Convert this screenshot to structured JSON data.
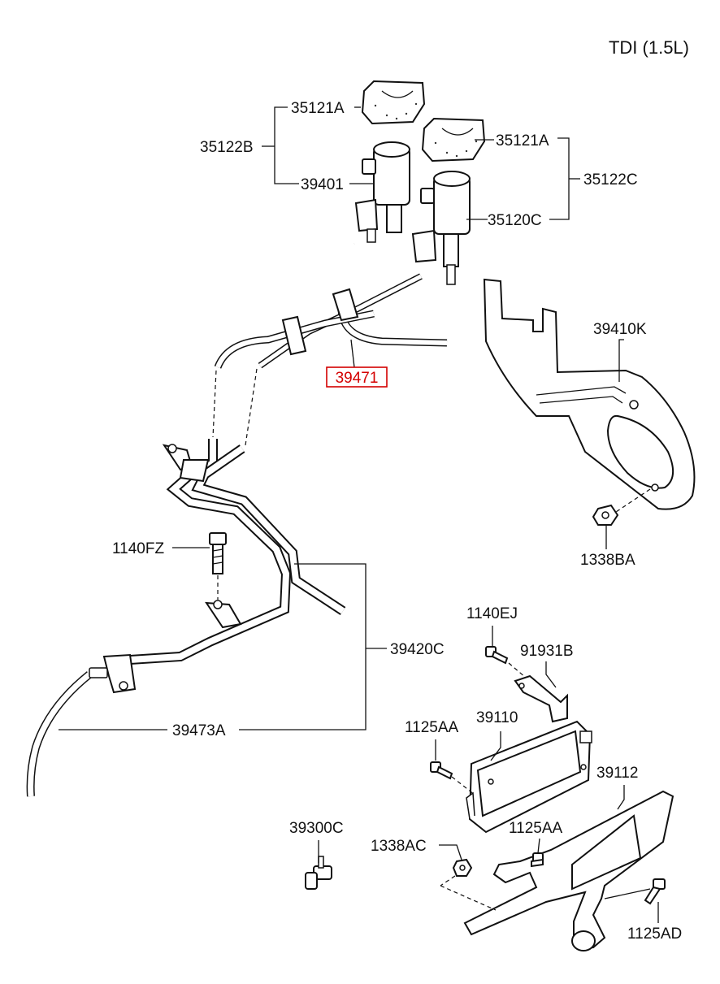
{
  "title": "TDI (1.5L)",
  "highlight_color": "#d40000",
  "labels": {
    "p35121A_1": "35121A",
    "p35122B": "35122B",
    "p39401": "39401",
    "p35121A_2": "35121A",
    "p35122C": "35122C",
    "p35120C": "35120C",
    "p39471": "39471",
    "p39410K": "39410K",
    "p1338BA": "1338BA",
    "p1140FZ": "1140FZ",
    "p39420C": "39420C",
    "p39473A": "39473A",
    "p1140EJ": "1140EJ",
    "p91931B": "91931B",
    "p1125AA_1": "1125AA",
    "p39110": "39110",
    "p39112": "39112",
    "p39300C": "39300C",
    "p1338AC": "1338AC",
    "p1125AA_2": "1125AA",
    "p1125AD": "1125AD"
  }
}
